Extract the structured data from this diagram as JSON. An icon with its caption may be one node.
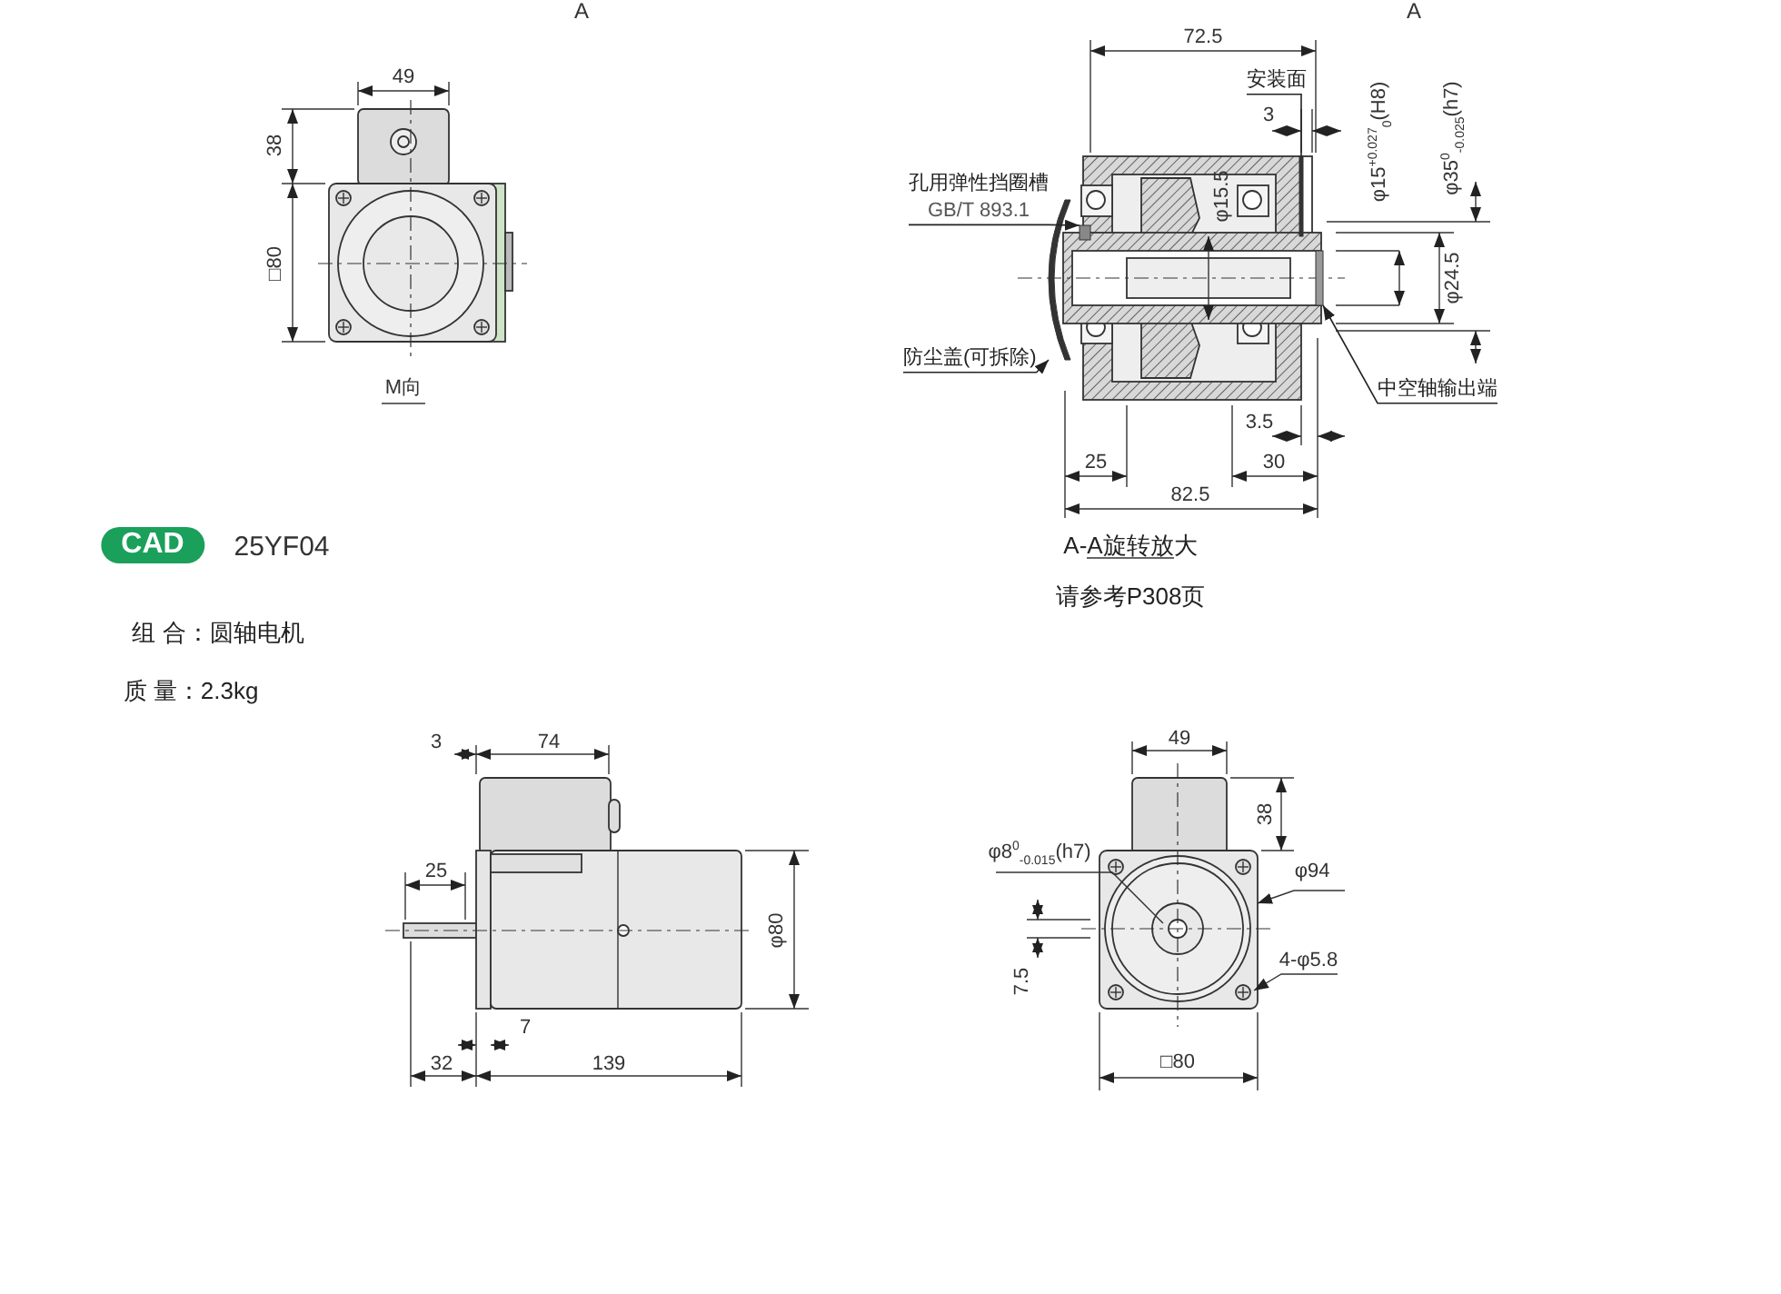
{
  "diagram": {
    "nodes": [
      {
        "text": [
          "孔用弹性挡圈槽",
          "GB/T 893.1"
        ]
      },
      {
        "text": [
          "防尘盖(可拆除)"
        ]
      },
      {
        "text": [
          "中空轴输出端"
        ]
      },
      {
        "text": [
          "安装面"
        ]
      },
      {
        "text": [],
        "shape": "box"
      },
      {
        "text": [],
        "shape": "picture"
      },
      {
        "text": [],
        "shape": "box"
      },
      {
        "text": [],
        "shape": "box"
      }
    ],
    "edges": [
      {
        "from": 0,
        "to": 4,
        "arrow": "to"
      },
      {
        "from": 1,
        "to": 5,
        "arrow": "to"
      },
      {
        "from": 2,
        "to": 6,
        "arrow": "to"
      },
      {
        "from": 3,
        "to": 7,
        "arrow": "none"
      }
    ],
    "labels": [
      "A",
      "A",
      "49",
      "38",
      "□80",
      "M向",
      "72.5",
      "3",
      "φ15$^{+0.027}$$_{0}$(H8)",
      "φ35$^{0}$$_{-0.025}$(h7)",
      "φ15.5",
      "φ24.5",
      "3.5",
      "25",
      "30",
      "82.5",
      "A-A旋转放大",
      "请参考P308页",
      "CAD",
      "25YF04",
      "组 合：圆轴电机",
      "质 量：2.3kg",
      "3",
      "74",
      "25",
      "φ80",
      "7",
      "32",
      "139",
      "49",
      "38",
      "φ8$^{0}$$_{-0.015}$(h7)",
      "φ94",
      "7.5",
      "4-φ5.8",
      "□80"
    ]
  }
}
